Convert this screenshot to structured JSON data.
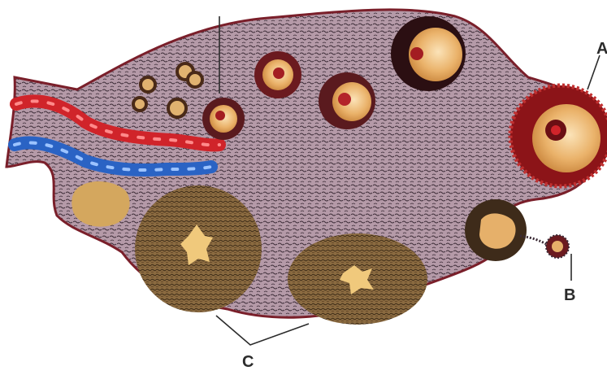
{
  "diagram": {
    "labels": {
      "a": "A",
      "b": "B",
      "c": "C"
    },
    "colors": {
      "stroma": "#b59aa8",
      "stroma_texture": "#3a2a35",
      "outline": "#7a1f2a",
      "artery": "#d0242a",
      "vein": "#2a63c4",
      "follicle_ring": "#6b1a1f",
      "antrum": "#e9a95c",
      "corpus": "#8a6a40",
      "label": "#2b2b2b"
    }
  }
}
